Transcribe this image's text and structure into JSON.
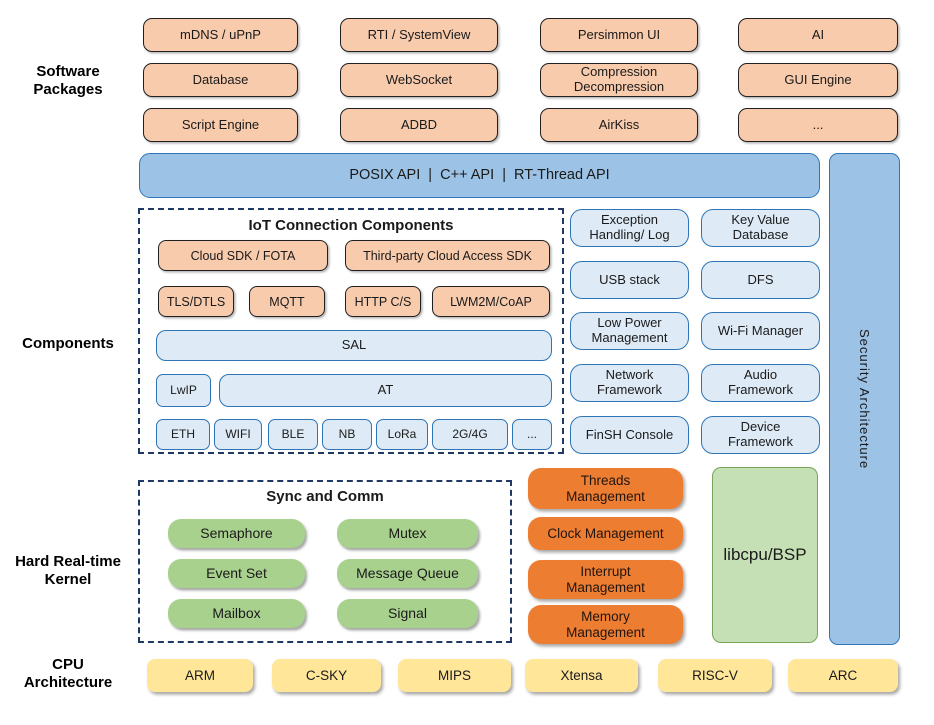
{
  "labels": {
    "software": "Software\nPackages",
    "components": "Components",
    "kernel": "Hard Real-time\nKernel",
    "cpu": "CPU\nArchitecture"
  },
  "software_packages": {
    "rows": [
      [
        "mDNS / uPnP",
        "RTI / SystemView",
        "Persimmon UI",
        "AI"
      ],
      [
        "Database",
        "WebSocket",
        "Compression\nDecompression",
        "GUI Engine"
      ],
      [
        "Script Engine",
        "ADBD",
        "AirKiss",
        "..."
      ]
    ]
  },
  "api_bar": {
    "text": "POSIX API  |  C++ API  |  RT-Thread API"
  },
  "security_bar": {
    "text": "Security Architecture"
  },
  "iot": {
    "title": "IoT Connection Components",
    "cloud_row": [
      "Cloud SDK / FOTA",
      "Third-party Cloud Access SDK"
    ],
    "protocol_row": [
      "TLS/DTLS",
      "MQTT",
      "HTTP C/S",
      "LWM2M/CoAP"
    ],
    "sal": "SAL",
    "lwip": "LwIP",
    "at": "AT",
    "links": [
      "ETH",
      "WIFI",
      "BLE",
      "NB",
      "LoRa",
      "2G/4G",
      "..."
    ]
  },
  "services": [
    [
      "Exception\nHandling/ Log",
      "Key Value\nDatabase"
    ],
    [
      "USB stack",
      "DFS"
    ],
    [
      "Low Power\nManagement",
      "Wi-Fi Manager"
    ],
    [
      "Network\nFramework",
      "Audio\nFramework"
    ],
    [
      "FinSH Console",
      "Device\nFramework"
    ]
  ],
  "kernel": {
    "sync_title": "Sync and Comm",
    "sync_items": [
      [
        "Semaphore",
        "Mutex"
      ],
      [
        "Event Set",
        "Message Queue"
      ],
      [
        "Mailbox",
        "Signal"
      ]
    ],
    "management": [
      "Threads\nManagement",
      "Clock Management",
      "Interrupt\nManagement",
      "Memory\nManagement"
    ],
    "libcpu": "libcpu/BSP"
  },
  "cpu_archs": [
    "ARM",
    "C-SKY",
    "MIPS",
    "Xtensa",
    "RISC-V",
    "ARC"
  ],
  "colors": {
    "package_fill": "#F7CBAC",
    "package_border": "#202020",
    "api_fill": "#9CC2E5",
    "api_border": "#2E75B6",
    "light_blue_fill": "#DEEBF7",
    "light_blue_border": "#2E75B6",
    "management_orange": "#ED7D31",
    "green_fill": "#A9D18E",
    "libcpu_fill": "#C5E0B4",
    "yellow_fill": "#FFE699",
    "dash_border": "#1F3864"
  }
}
